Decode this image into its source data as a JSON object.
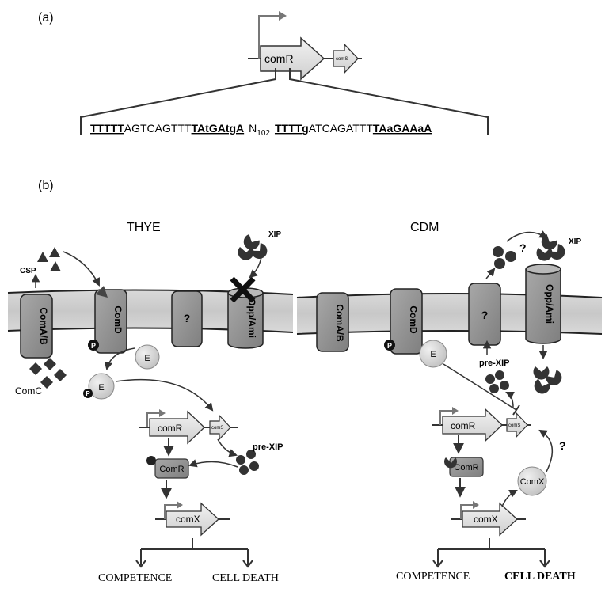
{
  "panel_a": {
    "label": "(a)",
    "gene_comR": "comR",
    "gene_comS": "comS",
    "seq_box1": "TTTTT",
    "seq_mid1": "AGTCAGTTT",
    "seq_box2": "TAtGAtgA",
    "seq_n": "N",
    "seq_n_sub": "102",
    "seq_box3": "TTTTg",
    "seq_mid2": "ATCAGATTT",
    "seq_box4": "TAaGAAaA"
  },
  "panel_b": {
    "label": "(b)",
    "left": {
      "title": "THYE",
      "comAB": "ComA/B",
      "comD": "ComD",
      "unknown": "?",
      "oppAmi": "Opp/Ami",
      "csp": "CSP",
      "xip": "XIP",
      "comC": "ComC",
      "p1": "P",
      "p2": "P",
      "e1": "E",
      "e2": "E",
      "gene_comR": "comR",
      "gene_comS": "comS",
      "pre_xip": "pre-XIP",
      "protein_comR": "ComR",
      "gene_comX": "comX",
      "out_competence": "COMPETENCE",
      "out_cell_death": "CELL DEATH"
    },
    "right": {
      "title": "CDM",
      "comAB": "ComA/B",
      "comD": "ComD",
      "unknown": "?",
      "oppAmi": "Opp/Ami",
      "q_top": "?",
      "xip": "XIP",
      "p": "P",
      "e": "E",
      "pre_xip": "pre-XIP",
      "gene_comR": "comR",
      "gene_comS": "comS",
      "protein_comR": "ComR",
      "q_side": "?",
      "protein_comX": "ComX",
      "gene_comX": "comX",
      "out_competence": "COMPETENCE",
      "out_cell_death": "CELL DEATH"
    }
  }
}
